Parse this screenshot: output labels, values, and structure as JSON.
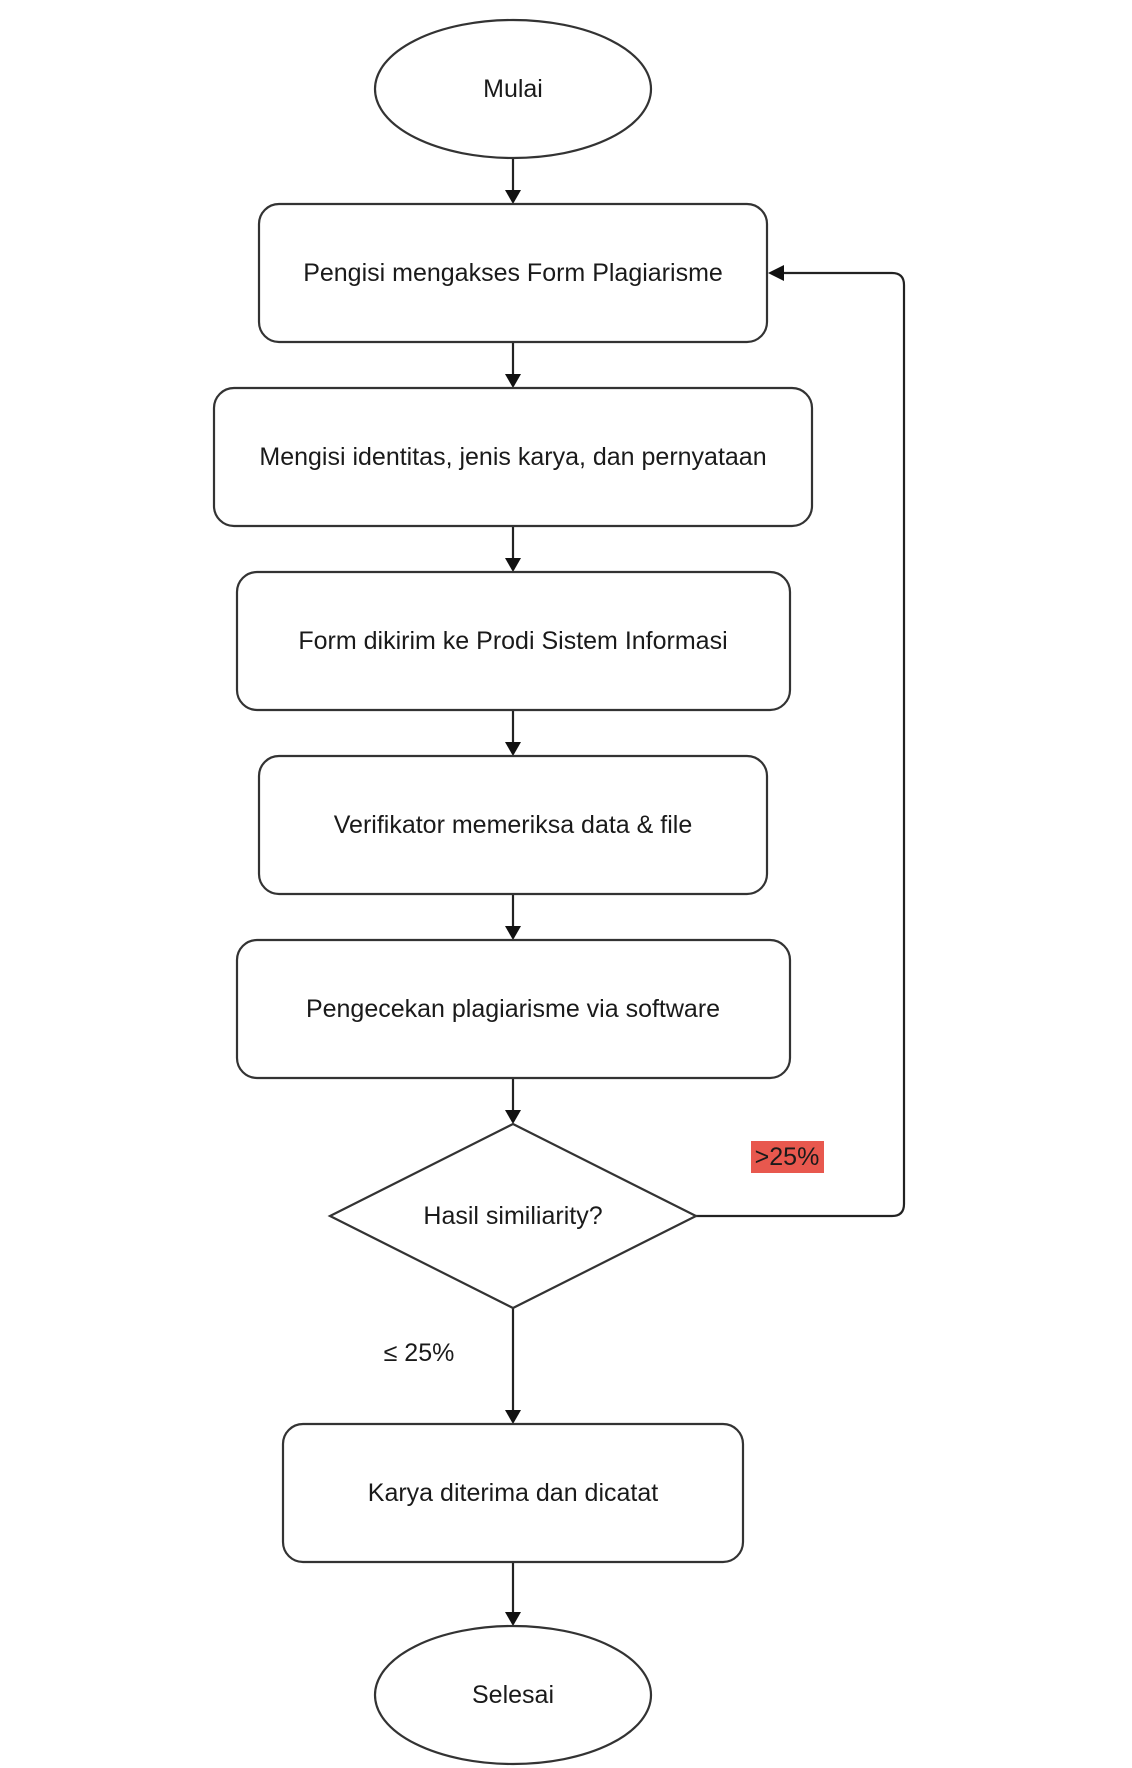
{
  "flowchart": {
    "nodes": [
      {
        "id": "start",
        "shape": "ellipse",
        "label": "Mulai"
      },
      {
        "id": "access",
        "shape": "rounded-rect",
        "label": "Pengisi mengakses Form Plagiarisme"
      },
      {
        "id": "fill",
        "shape": "rounded-rect",
        "label": "Mengisi identitas, jenis karya, dan pernyataan"
      },
      {
        "id": "send",
        "shape": "rounded-rect",
        "label": "Form dikirim ke Prodi Sistem Informasi"
      },
      {
        "id": "verify",
        "shape": "rounded-rect",
        "label": "Verifikator memeriksa data & file"
      },
      {
        "id": "check",
        "shape": "rounded-rect",
        "label": "Pengecekan plagiarisme via software"
      },
      {
        "id": "decision",
        "shape": "diamond",
        "label": "Hasil similiarity?"
      },
      {
        "id": "accepted",
        "shape": "rounded-rect",
        "label": "Karya diterima dan dicatat"
      },
      {
        "id": "end",
        "shape": "ellipse",
        "label": "Selesai"
      }
    ],
    "edges": [
      {
        "from": "start",
        "to": "access",
        "label": ""
      },
      {
        "from": "access",
        "to": "fill",
        "label": ""
      },
      {
        "from": "fill",
        "to": "send",
        "label": ""
      },
      {
        "from": "send",
        "to": "verify",
        "label": ""
      },
      {
        "from": "verify",
        "to": "check",
        "label": ""
      },
      {
        "from": "check",
        "to": "decision",
        "label": ""
      },
      {
        "from": "decision",
        "to": "access",
        "label": ">25%",
        "label_highlight": "#e8584e"
      },
      {
        "from": "decision",
        "to": "accepted",
        "label": "≤ 25%"
      },
      {
        "from": "accepted",
        "to": "end",
        "label": ""
      }
    ]
  }
}
